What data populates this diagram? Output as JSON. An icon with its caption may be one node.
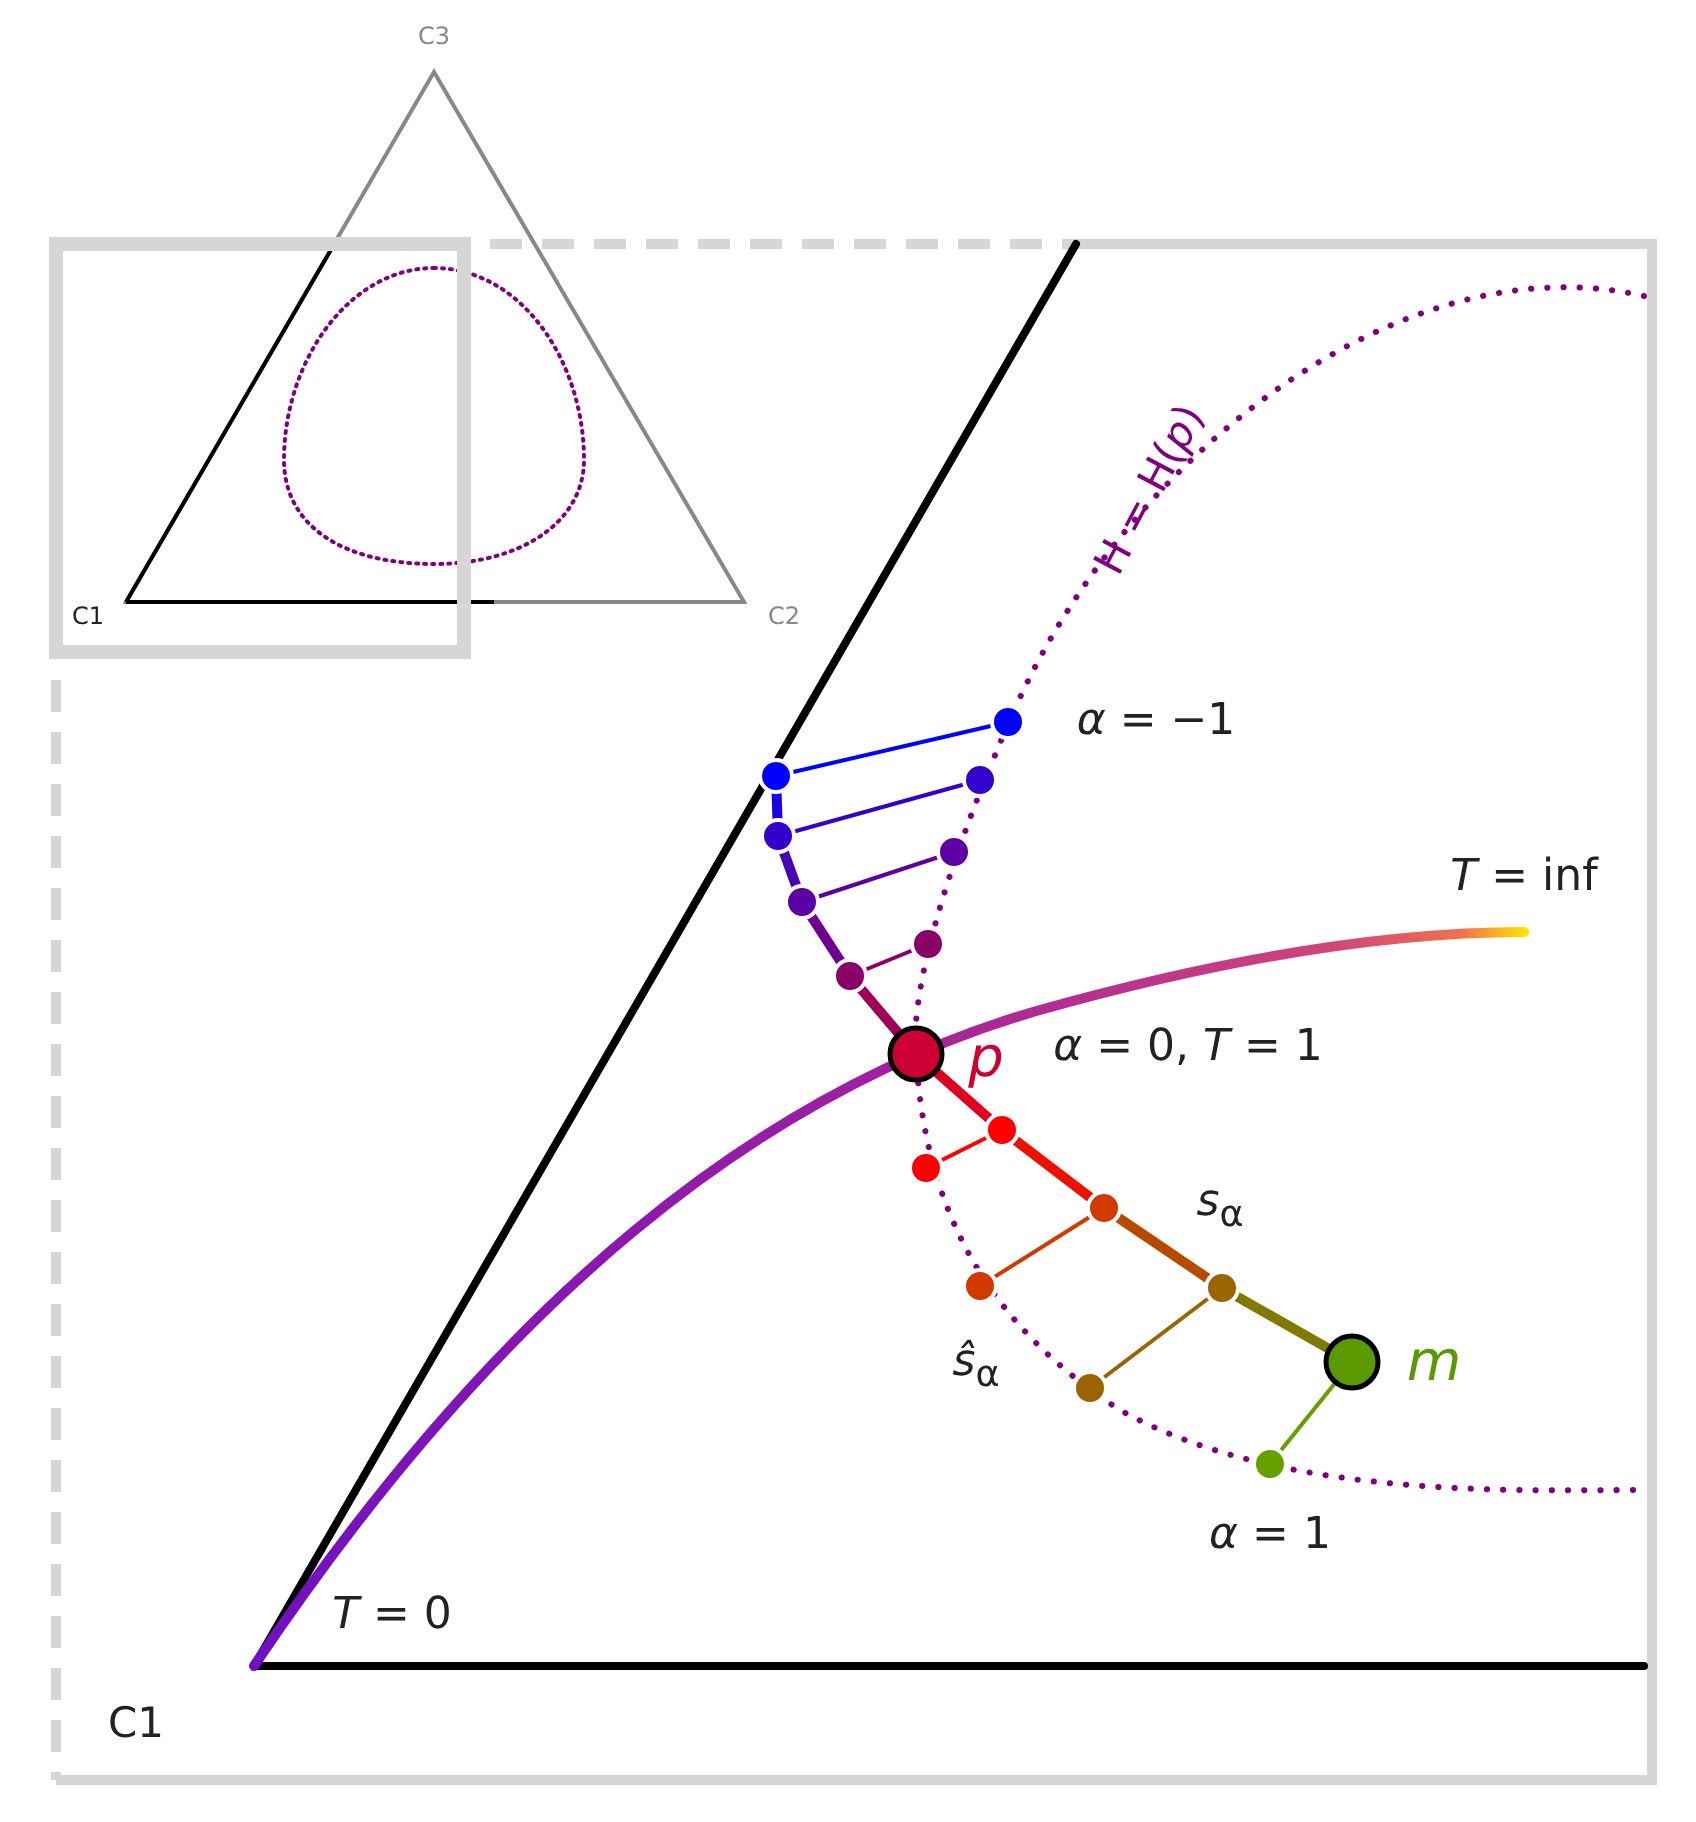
{
  "diagram": {
    "labels": [
      "C3",
      "H = H(*p*)",
      "C1",
      "C2",
      "*α* = −1",
      "*T* = inf",
      "p",
      "*α* = 0, *T* = 1",
      "*s*$_{α}$",
      "*ŝ*$_{α}$",
      "m",
      "*α* = 1",
      "*T* = 0",
      "C1"
    ]
  }
}
